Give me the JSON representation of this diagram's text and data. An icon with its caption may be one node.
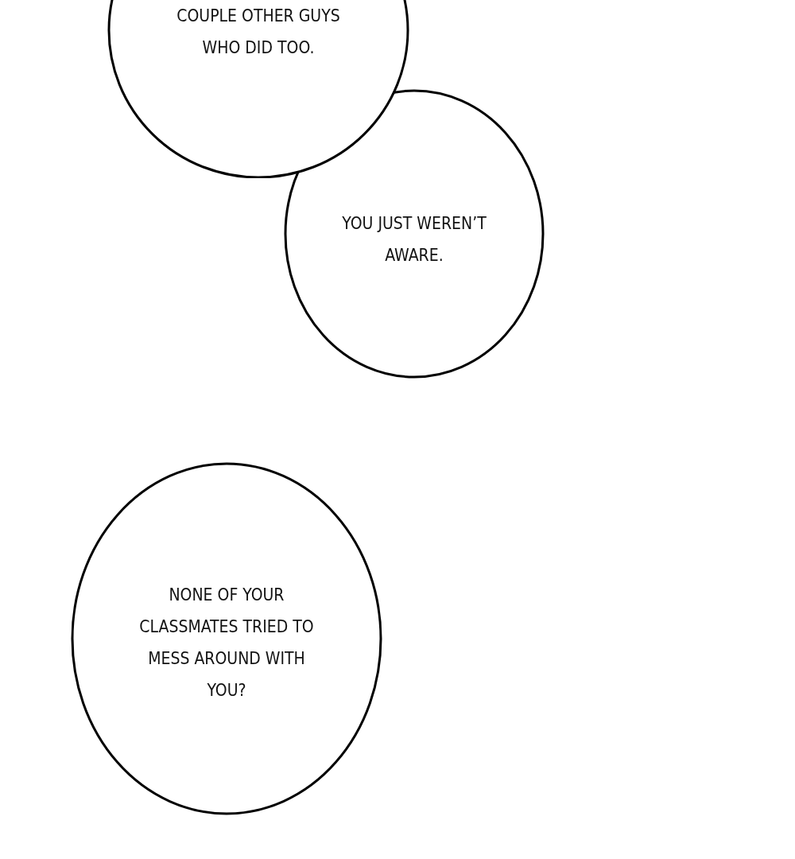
{
  "diagram": {
    "nodes": [
      {
        "text": [
          "COUPLE OTHER GUYS WHO DID TOO."
        ]
      },
      {
        "text": [
          "YOU JUST WEREN’T AWARE."
        ]
      },
      {
        "text": [
          "NONE OF YOUR CLASSMATES TRIED TO MESS AROUND WITH YOU?"
        ]
      }
    ]
  }
}
